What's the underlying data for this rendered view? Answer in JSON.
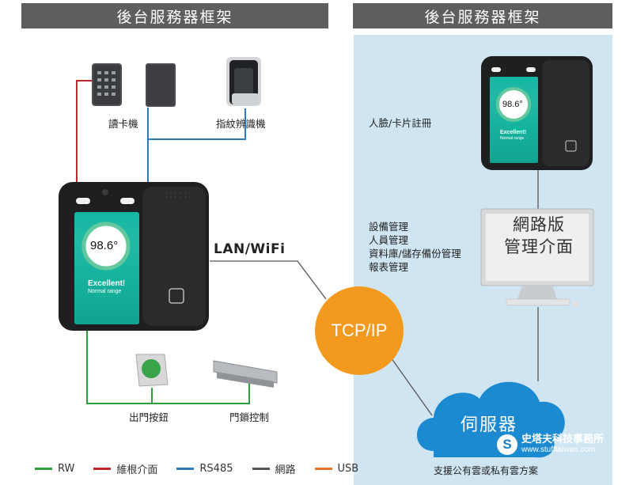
{
  "headers": {
    "left": "後台服務器框架",
    "right": "後台服務器框架"
  },
  "devices": {
    "card_reader": "讀卡機",
    "fingerprint": "指紋辨識機",
    "exit_button": "出門按鈕",
    "door_lock": "門鎖控制"
  },
  "terminal": {
    "temperature": "98.6°",
    "status": "Excellent!",
    "note": "Normal range"
  },
  "links": {
    "lan_wifi": "LAN/WiFi",
    "tcp_ip": "TCP/IP"
  },
  "right": {
    "face_card": "人臉/卡片註冊",
    "mgmt_items": [
      "設備管理",
      "人員管理",
      "資料庫/儲存備份管理",
      "報表管理"
    ],
    "monitor_line1": "網路版",
    "monitor_line2": "管理介面",
    "server": "伺服器",
    "cloud_caption": "支援公有雲或私有雲方案"
  },
  "legend": [
    {
      "label": "RW",
      "color": "#2e9e3e"
    },
    {
      "label": "維根介面",
      "color": "#c0272d"
    },
    {
      "label": "RS485",
      "color": "#2b7bbf"
    },
    {
      "label": "網路",
      "color": "#555555"
    },
    {
      "label": "USB",
      "color": "#e8742a"
    }
  ],
  "logo": {
    "name": "史塔夫科技事務所",
    "url": "www.stufftaiwan.com"
  }
}
